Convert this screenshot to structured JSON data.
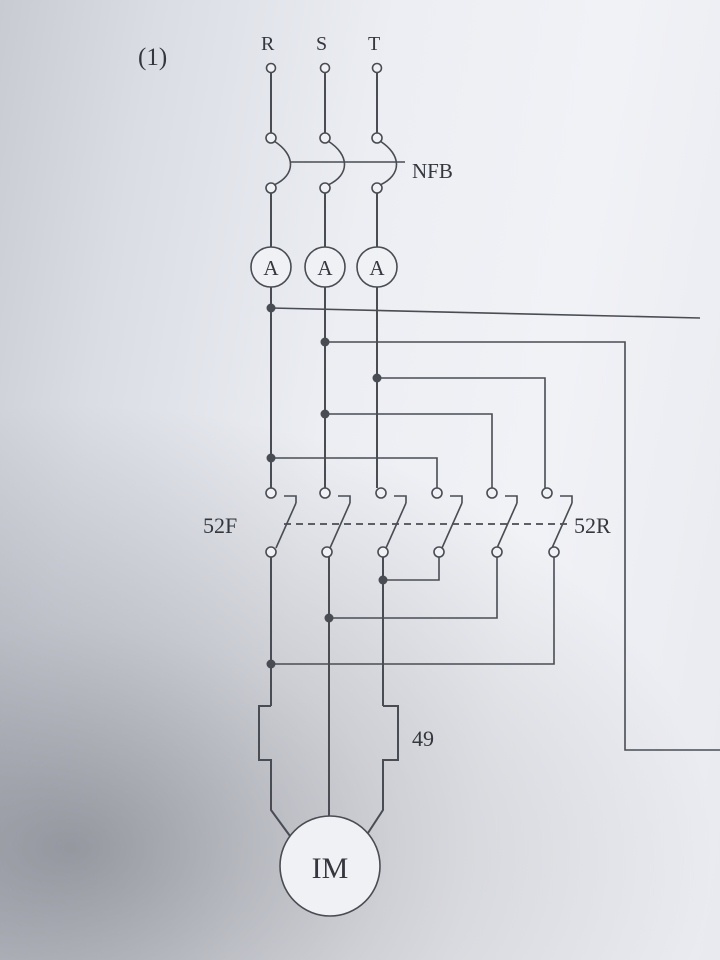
{
  "figure": {
    "number_label": "(1)"
  },
  "phases": [
    "R",
    "S",
    "T"
  ],
  "breaker": {
    "label": "NFB"
  },
  "ammeters": [
    {
      "symbol": "A"
    },
    {
      "symbol": "A"
    },
    {
      "symbol": "A"
    }
  ],
  "contactors": {
    "forward": {
      "label": "52F"
    },
    "reverse": {
      "label": "52R"
    }
  },
  "overload_relay": {
    "label": "49"
  },
  "motor": {
    "label": "IM"
  },
  "colors": {
    "ink": "#4a4c54",
    "paper": "#eceef3"
  }
}
